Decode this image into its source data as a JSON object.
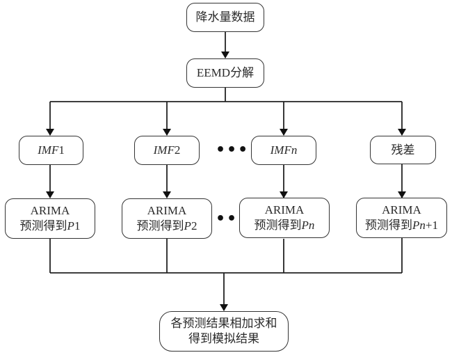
{
  "diagram": {
    "type": "flowchart",
    "nodes": {
      "input": "降水量数据",
      "decompose": "EEMD分解",
      "components": [
        {
          "prefix": "IMF",
          "suffix": "1"
        },
        {
          "prefix": "IMF",
          "suffix": "2"
        },
        {
          "prefix": "IMF",
          "suffix": "n"
        },
        {
          "plain": "残差"
        }
      ],
      "models": [
        {
          "line1": "ARIMA",
          "line2_cn": "预测得到",
          "line2_var": "P",
          "line2_sub": "1"
        },
        {
          "line1": "ARIMA",
          "line2_cn": "预测得到",
          "line2_var": "P",
          "line2_sub": "2"
        },
        {
          "line1": "ARIMA",
          "line2_cn": "预测得到",
          "line2_var": "Pn",
          "line2_sub": ""
        },
        {
          "line1": "ARIMA",
          "line2_cn": "预测得到",
          "line2_var": "Pn",
          "line2_sub": "+1"
        }
      ],
      "output_line1": "各预测结果相加求和",
      "output_line2": "得到模拟结果"
    },
    "ellipsis": "•••"
  }
}
